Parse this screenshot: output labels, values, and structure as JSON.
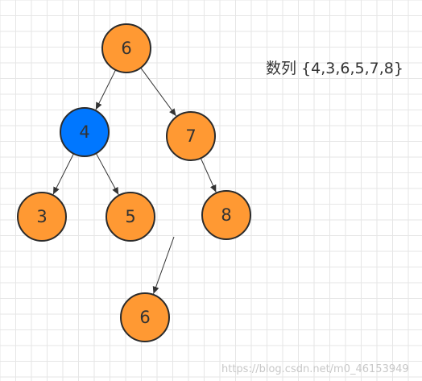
{
  "caption": "数列 {4,3,6,5,7,8}",
  "watermark": "https://blog.csdn.net/m0_46153949",
  "colors": {
    "normal_node": "#FF9933",
    "highlight_node": "#0077FF",
    "edge": "#333333",
    "grid": "#e6e6e6"
  },
  "nodes": [
    {
      "id": "root",
      "label": "6",
      "state": "normal"
    },
    {
      "id": "left",
      "label": "4",
      "state": "highlight"
    },
    {
      "id": "right",
      "label": "7",
      "state": "normal"
    },
    {
      "id": "left-left",
      "label": "3",
      "state": "normal"
    },
    {
      "id": "left-right",
      "label": "5",
      "state": "normal"
    },
    {
      "id": "right-right",
      "label": "8",
      "state": "normal"
    },
    {
      "id": "new",
      "label": "6",
      "state": "normal"
    }
  ],
  "edges": [
    {
      "from": "root",
      "to": "left"
    },
    {
      "from": "root",
      "to": "right"
    },
    {
      "from": "left",
      "to": "left-left"
    },
    {
      "from": "left",
      "to": "left-right"
    },
    {
      "from": "right",
      "to": "right-right"
    },
    {
      "from": "floating",
      "to": "new"
    }
  ]
}
